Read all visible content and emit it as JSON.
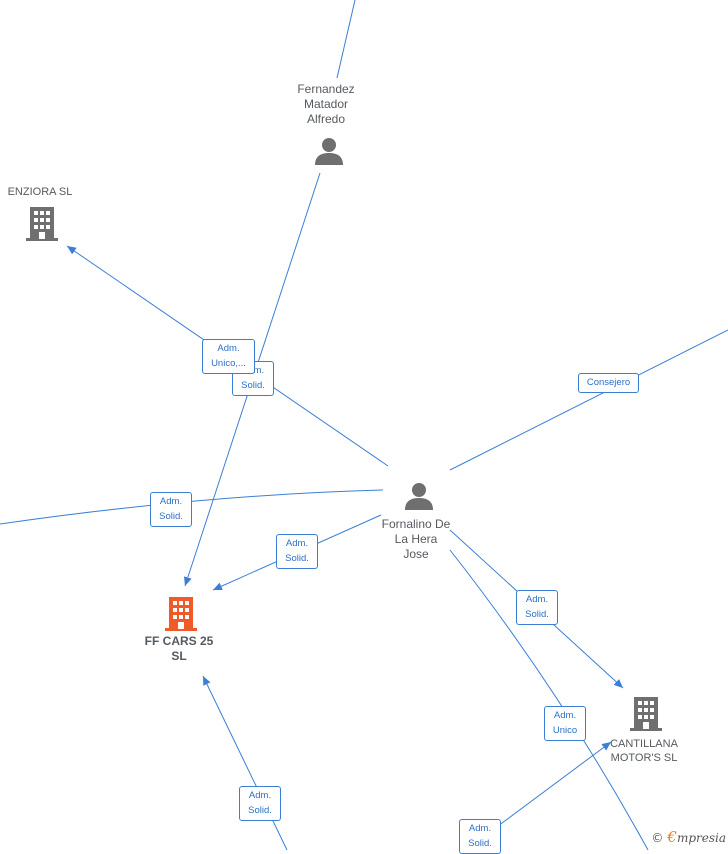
{
  "nodes": {
    "fernandez": {
      "label": "Fernandez\nMatador\nAlfredo",
      "type": "person",
      "color": "#6f6f6f"
    },
    "enziora": {
      "label": "ENZIORA  SL",
      "type": "company",
      "color": "#6f6f6f"
    },
    "fornalino": {
      "label": "Fornalino De\nLa Hera\nJose",
      "type": "person",
      "color": "#6f6f6f"
    },
    "ffcars": {
      "label": "FF CARS 25\nSL",
      "type": "company",
      "color": "#f05a28"
    },
    "cantillana": {
      "label": "CANTILLANA\nMOTOR'S  SL",
      "type": "company",
      "color": "#6f6f6f"
    }
  },
  "edges": {
    "adm_unico_enziora": "Adm.\nUnico,...",
    "adm_solid_fernandez_ff": "Adm.\nSolid.",
    "consejero": "Consejero",
    "adm_solid_left": "Adm.\nSolid.",
    "adm_solid_fornalino_ff": "Adm.\nSolid.",
    "adm_solid_cantillana": "Adm.\nSolid.",
    "adm_unico_right": "Adm.\nUnico",
    "adm_solid_bottom_ff": "Adm.\nSolid.",
    "adm_solid_bottom_cant": "Adm.\nSolid."
  },
  "colors": {
    "edge": "#3b7fd4",
    "node_grey": "#6f6f6f",
    "focus": "#f05a28"
  },
  "watermark": {
    "copyright": "©",
    "brand_initial": "€",
    "brand_rest": "mpresia"
  }
}
